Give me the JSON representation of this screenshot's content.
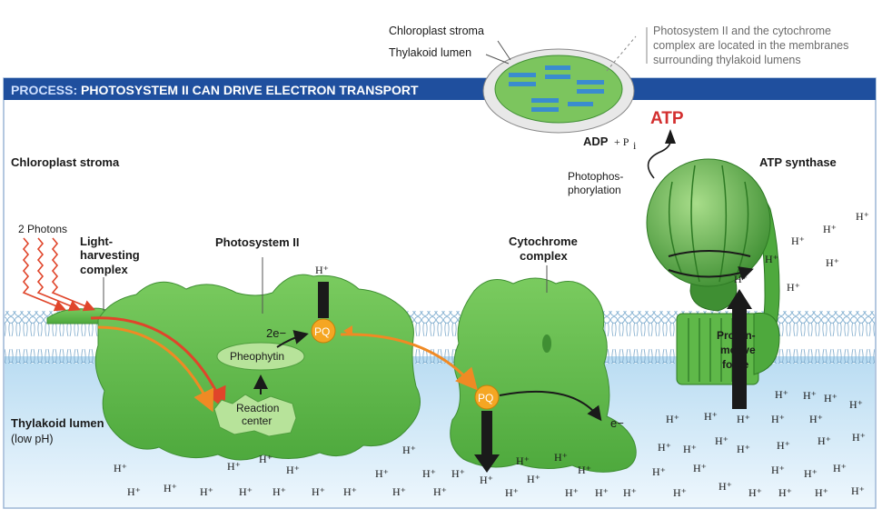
{
  "inset": {
    "label_stroma": "Chloroplast stroma",
    "label_lumen": "Thylakoid lumen",
    "caption_lines": [
      "Photosystem II and the cytochrome",
      "complex are located in the membranes",
      "surrounding thylakoid lumens"
    ]
  },
  "banner": {
    "prefix": "PROCESS:",
    "title": "PHOTOSYSTEM II CAN DRIVE ELECTRON TRANSPORT"
  },
  "regions": {
    "stroma": "Chloroplast stroma",
    "lumen": "Thylakoid lumen",
    "lumen_note": "(low pH)"
  },
  "labels": {
    "photons": "2 Photons",
    "lhc": [
      "Light-",
      "harvesting",
      "complex"
    ],
    "ps2": "Photosystem II",
    "cytochrome": [
      "Cytochrome",
      "complex"
    ],
    "atp_synthase": "ATP synthase",
    "pheophytin": "Pheophytin",
    "reaction_center": [
      "Reaction",
      "center"
    ],
    "pq": "PQ",
    "two_e": "2e−",
    "e_minus": "e−",
    "atp": "ATP",
    "adp": "ADP",
    "pi": "+ P",
    "pi_sub": "i",
    "photophos": [
      "Photophos-",
      "phorylation"
    ],
    "pmf": [
      "Proton-",
      "motive",
      "force"
    ],
    "h_plus": "H⁺"
  },
  "colors": {
    "banner": "#1f4f9e",
    "protein": "#5fb849",
    "protein_dark": "#3f8f33",
    "lumen": "#cfe6f5",
    "orange_arrow": "#f08a24",
    "red_arrow": "#e0452a",
    "pq_fill": "#f5a623",
    "atp_red": "#d32f2f"
  }
}
